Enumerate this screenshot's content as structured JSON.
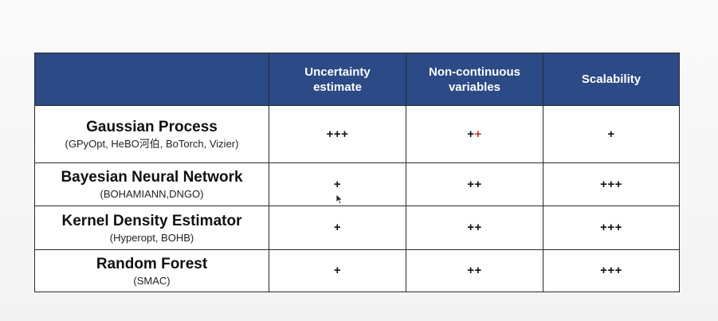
{
  "table": {
    "headers": [
      "",
      "Uncertainty estimate",
      "Non-continuous variables",
      "Scalability"
    ],
    "rows": [
      {
        "name": "Gaussian Process",
        "implementations": "(GPyOpt, HeBO河伯, BoTorch, Vizier)",
        "uncertainty": "+++",
        "non_continuous": [
          "+",
          "+"
        ],
        "scalability": "+"
      },
      {
        "name": "Bayesian Neural Network",
        "implementations": "(BOHAMIANN,DNGO)",
        "uncertainty": "+",
        "non_continuous": "++",
        "scalability": "+++"
      },
      {
        "name": "Kernel Density Estimator",
        "implementations": "(Hyperopt, BOHB)",
        "uncertainty": "+",
        "non_continuous": "++",
        "scalability": "+++"
      },
      {
        "name": "Random Forest",
        "implementations": "(SMAC)",
        "uncertainty": "+",
        "non_continuous": "++",
        "scalability": "+++"
      }
    ]
  },
  "colors": {
    "header_bg": "#2b4a86",
    "header_text": "#ffffff",
    "highlight_plus": "#c0392b"
  }
}
